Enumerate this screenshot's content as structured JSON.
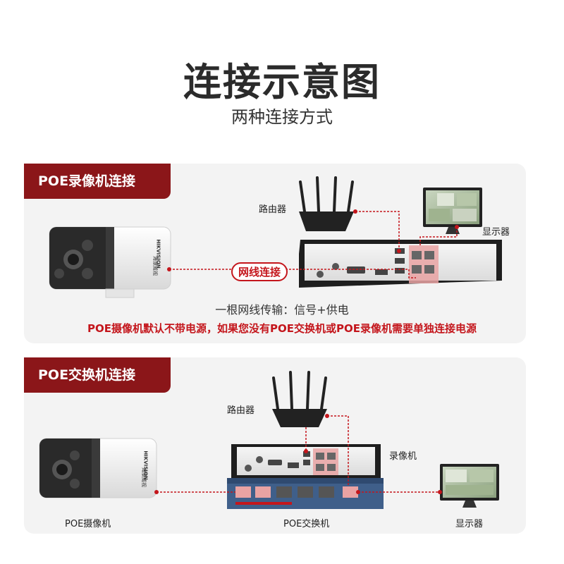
{
  "header": {
    "title": "连接示意图",
    "subtitle": "两种连接方式"
  },
  "section1": {
    "tag": "POE录像机连接",
    "router_label": "路由器",
    "monitor_label": "显示器",
    "cable_label": "网线连接",
    "camera_brand": "HIKVISION",
    "camera_brand_cn": "海康威视",
    "description": "一根网线传输：信号+供电",
    "note": "POE摄像机默认不带电源，如果您没有POE交换机或POE录像机需要单独连接电源"
  },
  "section2": {
    "tag": "POE交换机连接",
    "router_label": "路由器",
    "recorder_label": "录像机",
    "camera_label": "POE摄像机",
    "switch_label": "POE交换机",
    "monitor_label": "显示器",
    "camera_brand": "HIKVISION",
    "camera_brand_cn": "海康威视"
  },
  "colors": {
    "accent": "#8b1619",
    "highlight": "#c4161c",
    "panel_bg": "#f3f3f3",
    "switch_blue": "#3f5f8a"
  }
}
